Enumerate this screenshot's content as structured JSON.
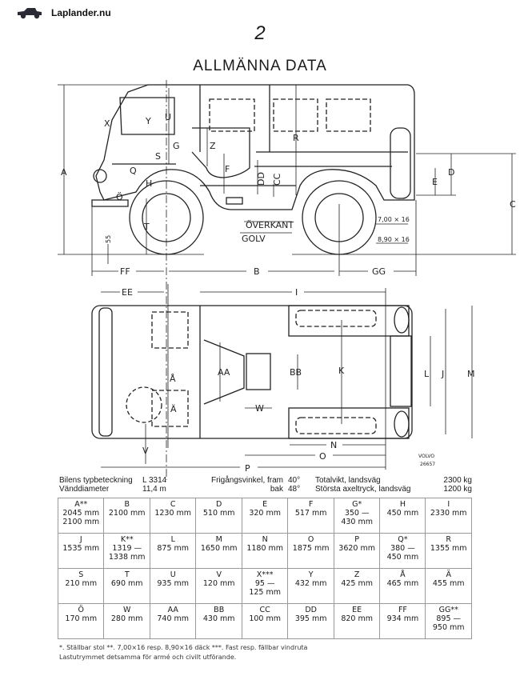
{
  "header": {
    "site": "Laplander.nu",
    "page_number": "2",
    "title": "ALLMÄNNA DATA"
  },
  "side_view": {
    "labels": {
      "A": "A",
      "X": "X",
      "Y": "Y",
      "U": "U",
      "Z": "Z",
      "G": "G",
      "S": "S",
      "R": "R",
      "Q": "Q",
      "H": "H",
      "F": "F",
      "DD": "DD",
      "CC": "CC",
      "D": "D",
      "E": "E",
      "C": "C",
      "T": "T",
      "O_uml": "Ö",
      "h55": "55",
      "FF": "FF",
      "B": "B",
      "GG": "GG"
    },
    "floor_label_1": "ÖVERKANT",
    "floor_label_2": "GOLV",
    "tyre_1": "7,00 × 16",
    "tyre_2": "8,90 × 16"
  },
  "top_view": {
    "labels": {
      "EE": "EE",
      "I": "I",
      "AA": "AA",
      "BB": "BB",
      "K": "K",
      "L": "L",
      "J": "J",
      "M": "M",
      "A_ring": "Å",
      "A_uml": "Ä",
      "W": "W",
      "V": "V",
      "N": "N",
      "O": "O",
      "P": "P"
    },
    "maker": "VOLVO",
    "drawing_no": "26657"
  },
  "specs": {
    "type_label": "Bilens typbeteckning",
    "type_value": "L 3314",
    "turn_label": "Vänddiameter",
    "turn_value": "11,4 m",
    "angle_front_label": "Frigångsvinkel, fram",
    "angle_front_value": "40°",
    "angle_rear_label": "bak",
    "angle_rear_value": "48°",
    "weight_label": "Totalvikt, landsväg",
    "weight_value": "2300 kg",
    "axle_label": "Största axeltryck, landsväg",
    "axle_value": "1200 kg"
  },
  "dimensions": [
    [
      {
        "k": "A**",
        "v": "2045 mm\n2100 mm"
      },
      {
        "k": "B",
        "v": "2100 mm"
      },
      {
        "k": "C",
        "v": "1230 mm"
      },
      {
        "k": "D",
        "v": "510 mm"
      },
      {
        "k": "E",
        "v": "320 mm"
      },
      {
        "k": "F",
        "v": "517 mm"
      },
      {
        "k": "G*",
        "v": "350 —\n430 mm"
      },
      {
        "k": "H",
        "v": "450 mm"
      },
      {
        "k": "I",
        "v": "2330 mm"
      }
    ],
    [
      {
        "k": "J",
        "v": "1535 mm"
      },
      {
        "k": "K**",
        "v": "1319 —\n1338 mm"
      },
      {
        "k": "L",
        "v": "875 mm"
      },
      {
        "k": "M",
        "v": "1650 mm"
      },
      {
        "k": "N",
        "v": "1180 mm"
      },
      {
        "k": "O",
        "v": "1875 mm"
      },
      {
        "k": "P",
        "v": "3620 mm"
      },
      {
        "k": "Q*",
        "v": "380 —\n450 mm"
      },
      {
        "k": "R",
        "v": "1355 mm"
      }
    ],
    [
      {
        "k": "S",
        "v": "210 mm"
      },
      {
        "k": "T",
        "v": "690 mm"
      },
      {
        "k": "U",
        "v": "935 mm"
      },
      {
        "k": "V",
        "v": "120 mm"
      },
      {
        "k": "X***",
        "v": "95 —\n125 mm"
      },
      {
        "k": "Y",
        "v": "432 mm"
      },
      {
        "k": "Z",
        "v": "425 mm"
      },
      {
        "k": "Å",
        "v": "465 mm"
      },
      {
        "k": "Ä",
        "v": "455 mm"
      }
    ],
    [
      {
        "k": "Ö",
        "v": "170 mm"
      },
      {
        "k": "W",
        "v": "280 mm"
      },
      {
        "k": "AA",
        "v": "740 mm"
      },
      {
        "k": "BB",
        "v": "430 mm"
      },
      {
        "k": "CC",
        "v": "100 mm"
      },
      {
        "k": "DD",
        "v": "395 mm"
      },
      {
        "k": "EE",
        "v": "820 mm"
      },
      {
        "k": "FF",
        "v": "934 mm"
      },
      {
        "k": "GG**",
        "v": "895 —\n950 mm"
      }
    ]
  ],
  "footnotes": {
    "line1": "*.  Ställbar stol     **.  7,00×16 resp. 8,90×16 däck     ***.  Fast resp. fällbar vindruta",
    "line2": "Lastutrymmet detsamma för armé och civilt utförande."
  }
}
